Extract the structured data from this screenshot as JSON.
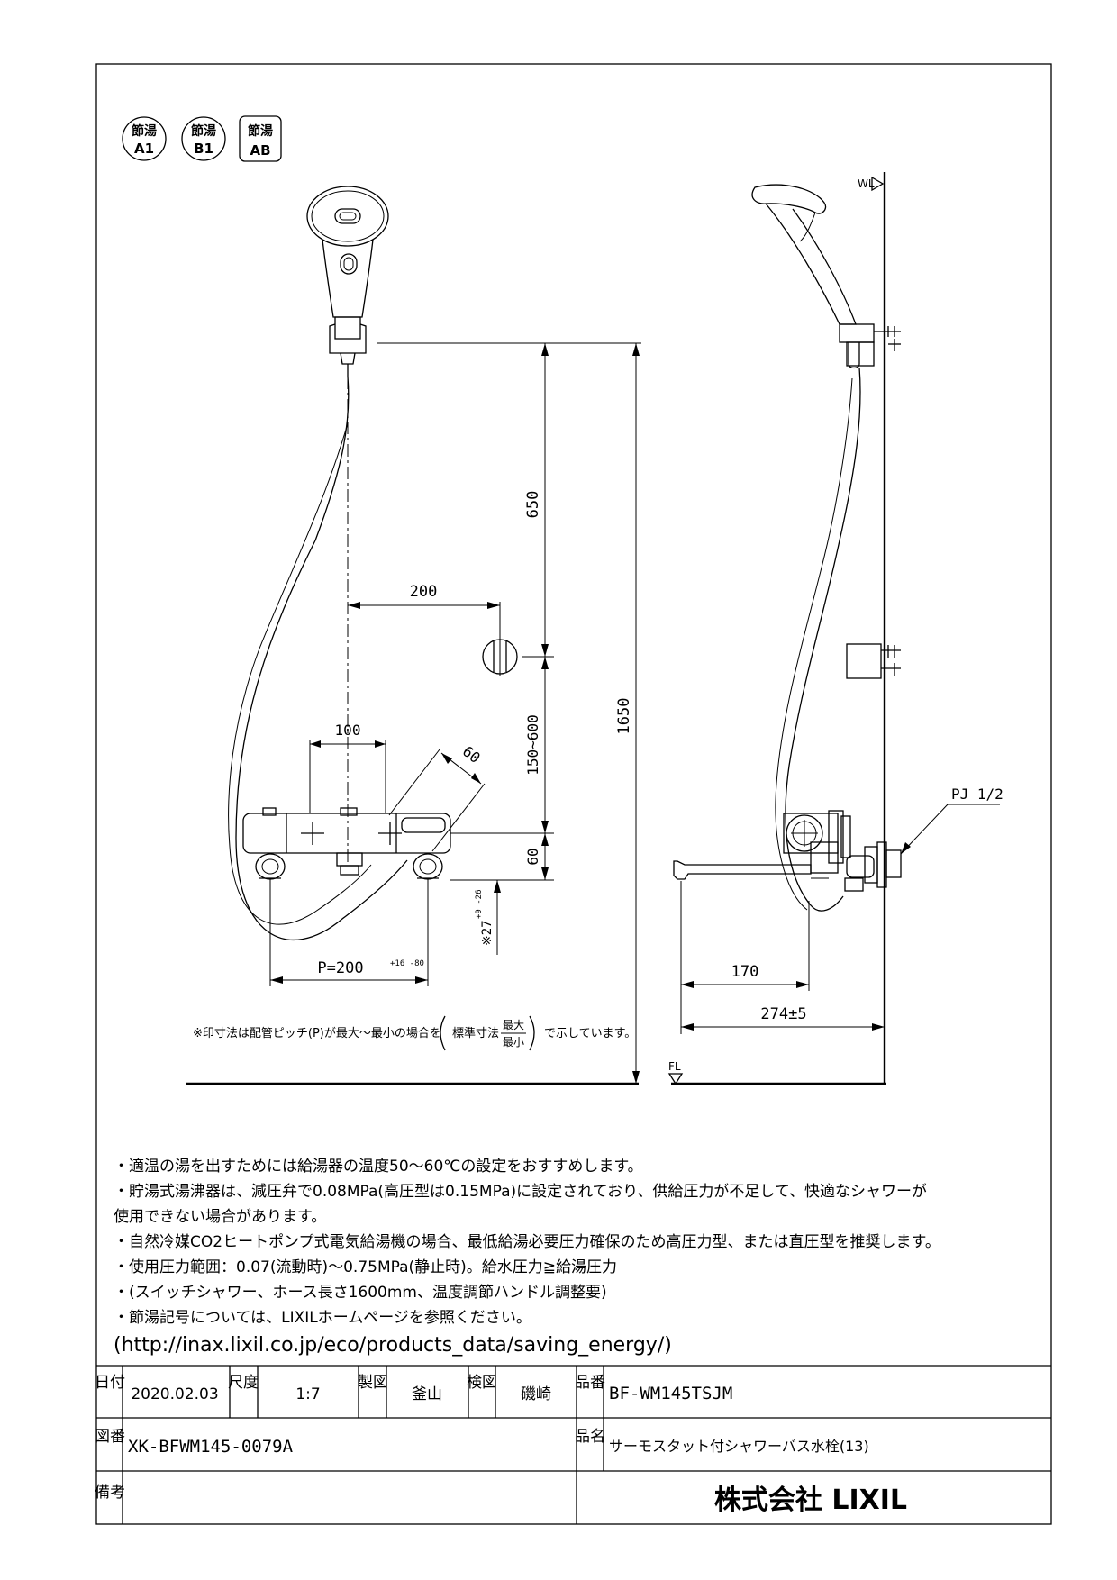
{
  "badges": [
    {
      "line1": "節湯",
      "line2": "A1"
    },
    {
      "line1": "節湯",
      "line2": "B1"
    },
    {
      "line1": "節湯",
      "line2": "AB"
    }
  ],
  "dimensions": {
    "d650": "650",
    "d1650": "1650",
    "d200": "200",
    "d100": "100",
    "d60_angle": "60",
    "d150_600": "150~600",
    "d60_vertical": "60",
    "d27": "※27",
    "d27_tol": "+9 -26",
    "pitch": "P=200",
    "pitch_tol": "+16 -80",
    "d170": "170",
    "d274": "274±5"
  },
  "labels": {
    "wl": "WL",
    "fl": "FL",
    "pj": "PJ 1/2"
  },
  "footnote": {
    "prefix": "※印寸法は配管ピッチ(P)が最大～最小の場合を",
    "standard": "標準寸法",
    "max": "最大",
    "min": "最小",
    "suffix": "で示しています。"
  },
  "notes": [
    "・適温の湯を出すためには給湯器の温度50～60℃の設定をおすすめします。",
    "・貯湯式湯沸器は、減圧弁で0.08MPa(高圧型は0.15MPa)に設定されており、供給圧力が不足して、快適なシャワーが",
    "使用できない場合があります。",
    "・自然冷媒CO2ヒートポンプ式電気給湯機の場合、最低給湯必要圧力確保のため高圧力型、または直圧型を推奨します。",
    "・使用圧力範囲：0.07(流動時)～0.75MPa(静止時)。給水圧力≧給湯圧力",
    "・(スイッチシャワー、ホース長さ1600mm、温度調節ハンドル調整要)",
    "・節湯記号については、LIXILホームページを参照ください。",
    "(http://inax.lixil.co.jp/eco/products_data/saving_energy/)"
  ],
  "title_block": {
    "date_label": "日付",
    "date": "2020.02.03",
    "scale_label": "尺度",
    "scale": "1:7",
    "drawn_label": "製図",
    "drawn": "釜山",
    "checked_label": "検図",
    "checked": "磯崎",
    "part_no_label": "品番",
    "part_no": "BF-WM145TSJM",
    "drawing_no_label": "図番",
    "drawing_no": "XK-BFWM145-0079A",
    "part_name_label": "品名",
    "part_name": "サーモスタット付シャワーバス水栓(13)",
    "remarks_label": "備考",
    "company": "株式会社 LIXIL"
  }
}
